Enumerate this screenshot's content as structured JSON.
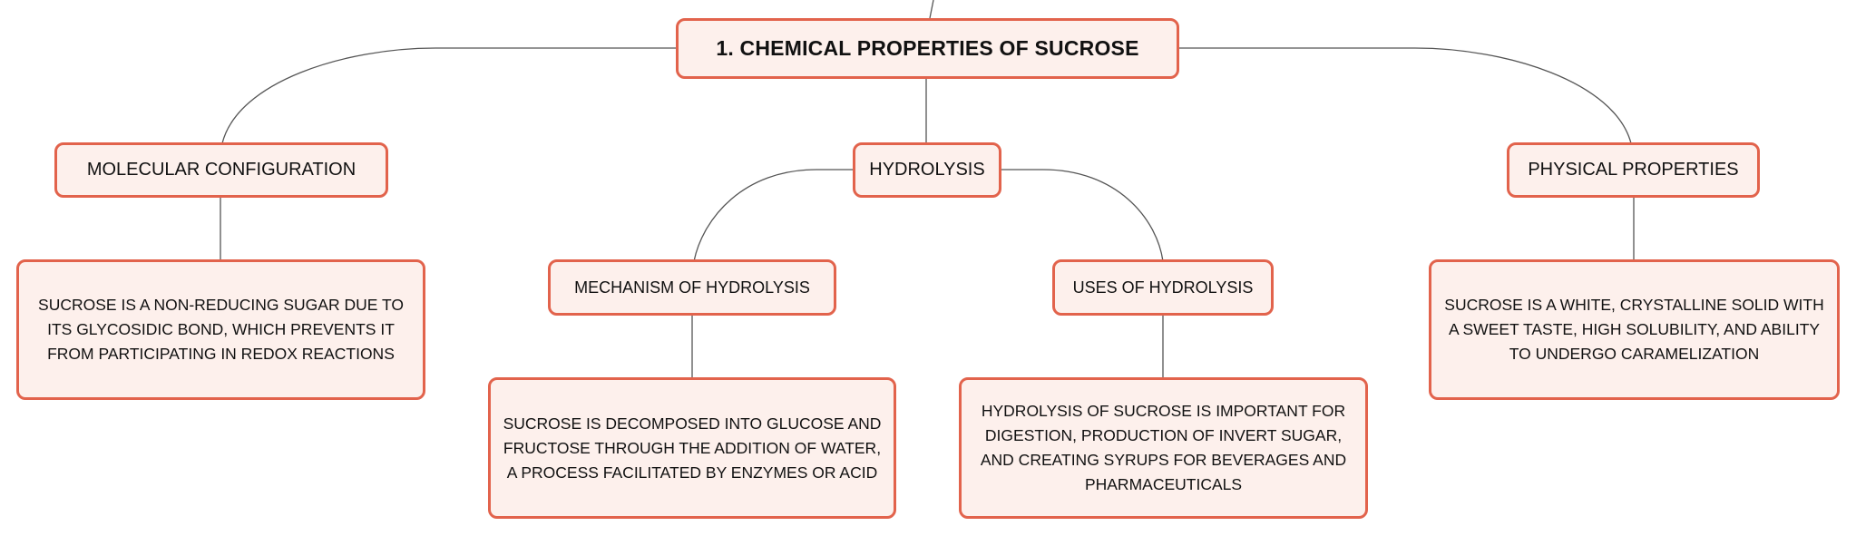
{
  "mindmap": {
    "root": {
      "label": "1. Chemical Properties of Sucrose"
    },
    "branches": [
      {
        "label": "Molecular Configuration",
        "detail": "Sucrose is a non-reducing sugar due to its glycosidic bond, which prevents it from participating in redox reactions"
      },
      {
        "label": "Hydrolysis",
        "children": [
          {
            "label": "Mechanism of Hydrolysis",
            "detail": "Sucrose is decomposed into glucose and fructose through the addition of water, a process facilitated by enzymes or acid"
          },
          {
            "label": "Uses of Hydrolysis",
            "detail": "Hydrolysis of sucrose is important for digestion, production of invert sugar, and creating syrups for beverages and pharmaceuticals"
          }
        ]
      },
      {
        "label": "Physical Properties",
        "detail": "Sucrose is a white, crystalline solid with a sweet taste, high solubility, and ability to undergo caramelization"
      }
    ]
  },
  "colors": {
    "node_border": "#e2634c",
    "node_fill": "#fdf0ec",
    "connector": "#555555",
    "text": "#111111"
  }
}
